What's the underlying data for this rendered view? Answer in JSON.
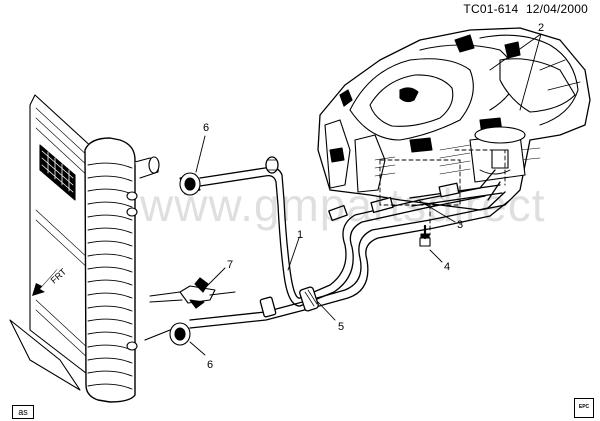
{
  "header": {
    "figure_code": "TC01-614",
    "date": "12/04/2000"
  },
  "watermark": "www.gmpartsdirect",
  "orientation": {
    "label": "FRT"
  },
  "callouts": {
    "c1": "1",
    "c2": "2",
    "c3": "3",
    "c4": "4",
    "c5": "5",
    "c6_top": "6",
    "c6_bottom": "6",
    "c7": "7"
  },
  "footer": {
    "badge": "as",
    "doc_icon": "EPC"
  }
}
